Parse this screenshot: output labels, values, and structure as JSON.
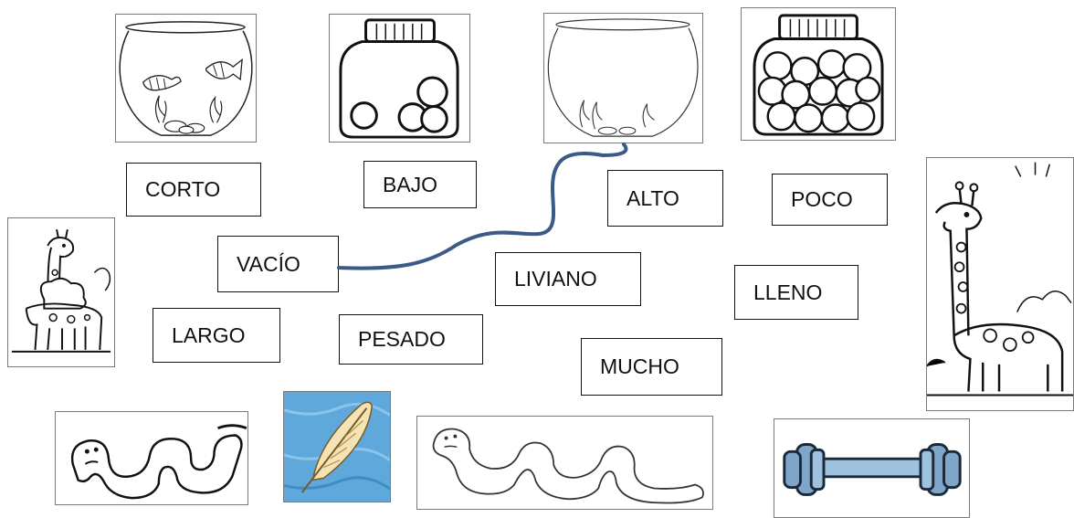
{
  "words": {
    "corto": "CORTO",
    "bajo": "BAJO",
    "alto": "ALTO",
    "poco": "POCO",
    "vacio": "VACÍO",
    "liviano": "LIVIANO",
    "lleno": "LLENO",
    "largo": "LARGO",
    "pesado": "PESADO",
    "mucho": "MUCHO"
  },
  "images": [
    "fishbowl-with-fish-icon",
    "jar-few-balls-icon",
    "empty-fishbowl-icon",
    "jar-many-balls-icon",
    "short-giraffe-icon",
    "tall-giraffe-icon",
    "short-worm-icon",
    "feather-icon",
    "long-worm-icon",
    "dumbbell-icon"
  ],
  "colors": {
    "connector_line": "#3b5a85",
    "feather_background": "#5fa8dc",
    "dumbbell": "#7fa6c9"
  }
}
